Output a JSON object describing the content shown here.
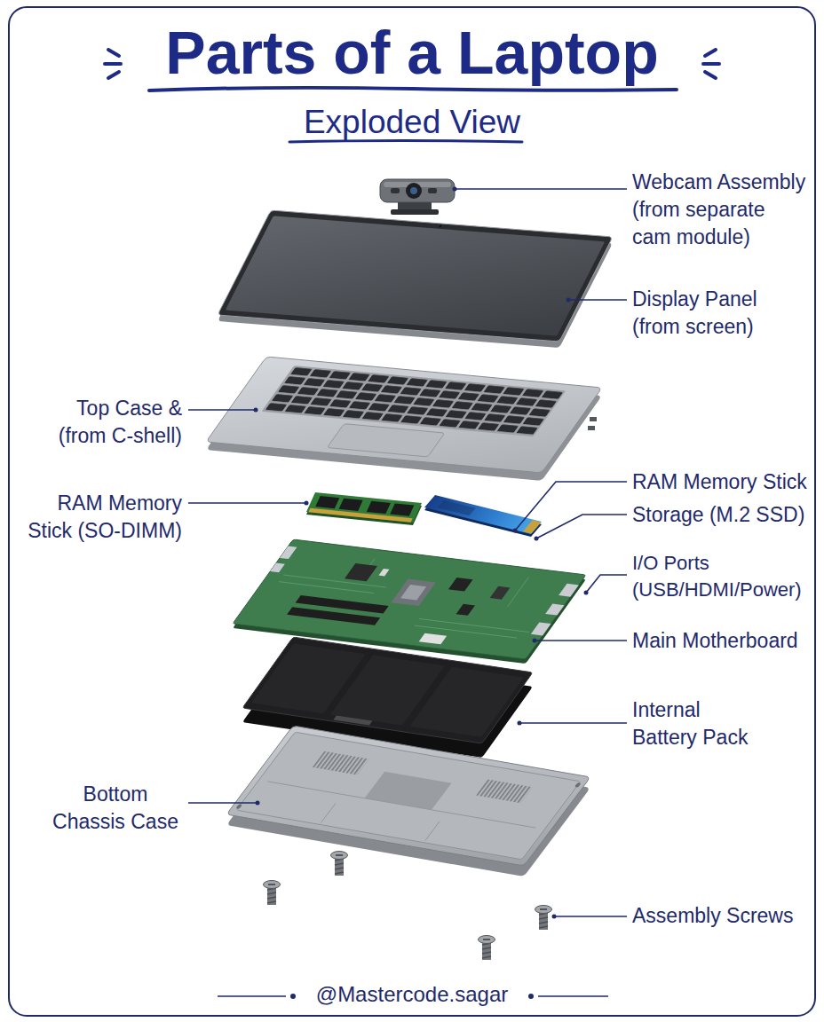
{
  "diagram": {
    "title": "Parts of a Laptop",
    "labels": [
      "Exploded View",
      "Webcam Assembly (from separate cam module)",
      "Display Panel (from screen)",
      "Top Case & (from C-shell)",
      "RAM Memory Stick (SO-DIMM)",
      "RAM Memory Stick",
      "Storage (M.2 SSD)",
      "I/O Ports (USB/HDMI/Power)",
      "Main Motherboard",
      "Internal Battery Pack",
      "Bottom Chassis Case",
      "Assembly Screws",
      "@Mastercode.sagar"
    ]
  }
}
